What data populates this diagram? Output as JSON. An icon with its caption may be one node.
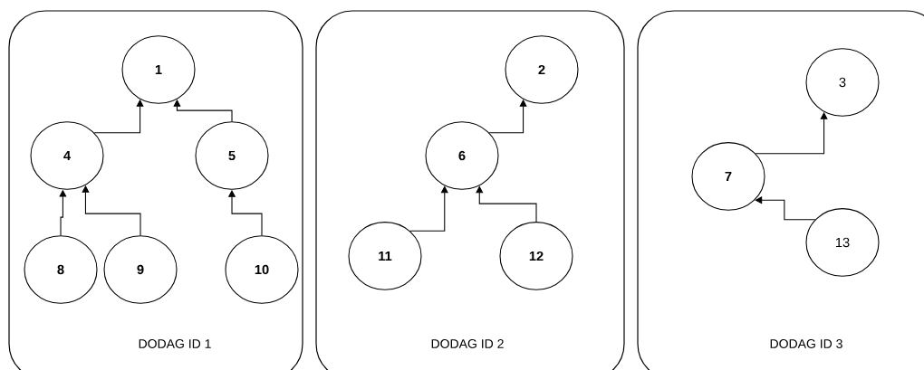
{
  "diagram": {
    "nodes": [
      {
        "text": [
          "DODAG ID 1"
        ]
      },
      {
        "text": [
          "1"
        ],
        "in": 0
      },
      {
        "text": [
          "4"
        ],
        "in": 0
      },
      {
        "text": [
          "5"
        ],
        "in": 0
      },
      {
        "text": [
          "8"
        ],
        "in": 0
      },
      {
        "text": [
          "9"
        ],
        "in": 0
      },
      {
        "text": [
          "10"
        ],
        "in": 0
      },
      {
        "text": [
          "DODAG ID 2"
        ]
      },
      {
        "text": [
          "2"
        ],
        "in": 7
      },
      {
        "text": [
          "6"
        ],
        "in": 7
      },
      {
        "text": [
          "11"
        ],
        "in": 7
      },
      {
        "text": [
          "12"
        ],
        "in": 7
      },
      {
        "text": [
          "DODAG ID 3"
        ]
      },
      {
        "text": [
          "3"
        ],
        "in": 12
      },
      {
        "text": [
          "7"
        ],
        "in": 12
      },
      {
        "text": [
          "13"
        ],
        "in": 12
      }
    ],
    "edges": [
      {
        "from": 2,
        "to": 1,
        "arrow": "to"
      },
      {
        "from": 3,
        "to": 1,
        "arrow": "to"
      },
      {
        "from": 4,
        "to": 2,
        "arrow": "to"
      },
      {
        "from": 5,
        "to": 2,
        "arrow": "to"
      },
      {
        "from": 6,
        "to": 3,
        "arrow": "to"
      },
      {
        "from": 9,
        "to": 8,
        "arrow": "to"
      },
      {
        "from": 10,
        "to": 9,
        "arrow": "to"
      },
      {
        "from": 11,
        "to": 9,
        "arrow": "to"
      },
      {
        "from": 14,
        "to": 13,
        "arrow": "to"
      },
      {
        "from": 15,
        "to": 14,
        "arrow": "to"
      }
    ]
  }
}
